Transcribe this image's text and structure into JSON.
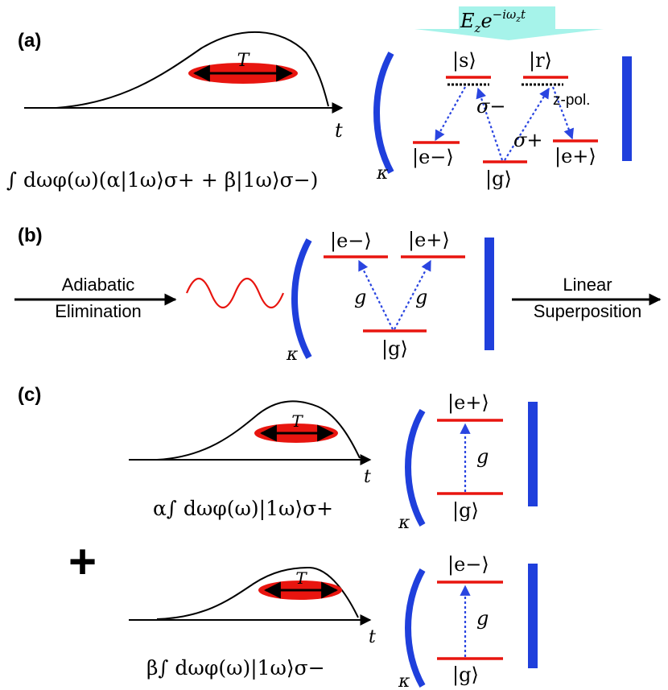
{
  "panel_a": {
    "label": "(a)",
    "pulse_width_symbol": "T",
    "time_symbol": "t",
    "integral": "∫ dωφ(ω)(α|1ω⟩σ+ + β|1ω⟩σ−)",
    "drive_field": "E_z e^{-iω_z t}",
    "drive_E": "E",
    "drive_Ez": "z",
    "drive_e": "e",
    "drive_exp": "−iω",
    "drive_exp_sub": "z",
    "drive_exp_t": "t",
    "level_s": "|s⟩",
    "level_r": "|r⟩",
    "level_em": "|e−⟩",
    "level_ep": "|e+⟩",
    "level_g": "|g⟩",
    "sigma_minus": "σ−",
    "sigma_plus": "σ+",
    "zpol": "z-pol.",
    "kappa": "κ"
  },
  "panel_b": {
    "label": "(b)",
    "arrow_left_line1": "Adiabatic",
    "arrow_left_line2": "Elimination",
    "arrow_right_line1": "Linear",
    "arrow_right_line2": "Superposition",
    "level_em": "|e−⟩",
    "level_ep": "|e+⟩",
    "level_g": "|g⟩",
    "coupling_left": "g",
    "coupling_right": "g",
    "kappa": "κ"
  },
  "panel_c": {
    "label": "(c)",
    "plus": "+",
    "upper": {
      "pulse_width_symbol": "T",
      "time_symbol": "t",
      "integral": "α∫ dωφ(ω)|1ω⟩σ+",
      "level_top": "|e+⟩",
      "level_g": "|g⟩",
      "coupling": "g",
      "kappa": "κ"
    },
    "lower": {
      "pulse_width_symbol": "T",
      "time_symbol": "t",
      "integral": "β∫ dωφ(ω)|1ω⟩σ−",
      "level_top": "|e−⟩",
      "level_g": "|g⟩",
      "coupling": "g",
      "kappa": "κ"
    }
  },
  "colors": {
    "level": "#e8150f",
    "mirror": "#1f3fdc",
    "arrow": "#2a45e0",
    "pulse_ellipse": "#e8150f",
    "drive_banner": "#a6f3ea",
    "text": "#000000"
  }
}
